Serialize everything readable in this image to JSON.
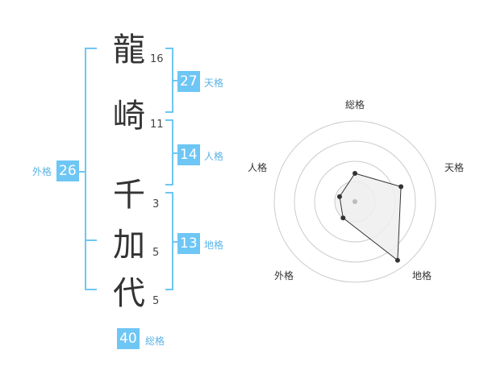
{
  "name": {
    "chars": [
      {
        "char": "龍",
        "strokes": "16"
      },
      {
        "char": "崎",
        "strokes": "11"
      },
      {
        "char": "千",
        "strokes": "3"
      },
      {
        "char": "加",
        "strokes": "5"
      },
      {
        "char": "代",
        "strokes": "5"
      }
    ]
  },
  "scores": {
    "tenkaku": {
      "value": "27",
      "label": "天格"
    },
    "jinkaku": {
      "value": "14",
      "label": "人格"
    },
    "chikaku": {
      "value": "13",
      "label": "地格"
    },
    "gaikaku": {
      "value": "26",
      "label": "外格"
    },
    "soukaku": {
      "value": "40",
      "label": "総格"
    }
  },
  "radar": {
    "axes": [
      "総格",
      "天格",
      "地格",
      "外格",
      "人格"
    ],
    "values": [
      0.35,
      0.6,
      0.9,
      0.25,
      0.2
    ],
    "colors": {
      "grid": "#cccccc",
      "fill": "#eeeeee",
      "line": "#333333",
      "center": "#bbbbbb"
    }
  },
  "colors": {
    "accent": "#6ec6f5",
    "bracket": "#6ec6f5"
  }
}
